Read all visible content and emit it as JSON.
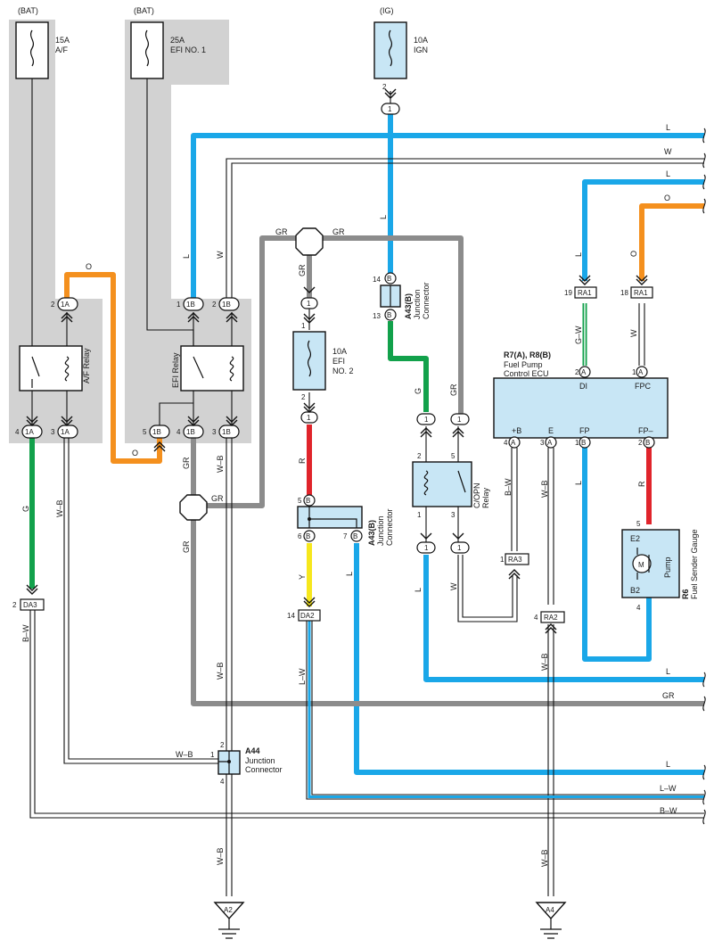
{
  "sources": {
    "bat1": "(BAT)",
    "bat2": "(BAT)",
    "ig": "(IG)"
  },
  "fuses": {
    "af": {
      "amp": "15A",
      "name": "A/F"
    },
    "efi1": {
      "amp": "25A",
      "name": "EFI NO. 1"
    },
    "ign": {
      "amp": "10A",
      "name": "IGN"
    },
    "efi2": {
      "amp": "10A",
      "name": "EFI",
      "name2": "NO. 2"
    }
  },
  "relays": {
    "af": "A/F Relay",
    "efi": "EFI Relay",
    "copn": {
      "line1": "C/OPN",
      "line2": "Relay"
    }
  },
  "connectors": {
    "a43_top": {
      "id": "A43(B)",
      "line1": "Junction",
      "line2": "Connector"
    },
    "a43_mid": {
      "id": "A43(B)",
      "line1": "Junction",
      "line2": "Connector"
    },
    "a44": {
      "id": "A44",
      "line1": "Junction",
      "line2": "Connector"
    }
  },
  "ecu": {
    "id": "R7(A), R8(B)",
    "line1": "Fuel Pump",
    "line2": "Control ECU",
    "di": "DI",
    "fpc": "FPC",
    "plusb": "+B",
    "e": "E",
    "fp": "FP",
    "fpminus": "FP–"
  },
  "gauge": {
    "id": "R6",
    "name": "Fuel Sender Gauge",
    "e2": "E2",
    "b2": "B2",
    "pump": "Pump",
    "motor": "M"
  },
  "wire_colors": {
    "L": "L",
    "W": "W",
    "O": "O",
    "GR": "GR",
    "G": "G",
    "R": "R",
    "Y": "Y",
    "GW": "G–W",
    "WB": "W–B",
    "BW": "B–W",
    "LW": "L–W"
  },
  "codes": {
    "A1": "1A",
    "B1": "1B",
    "DA3": "DA3",
    "DA2": "DA2",
    "RA1": "RA1",
    "RA2": "RA2",
    "RA3": "RA3",
    "A2": "A2",
    "A4": "A4",
    "A": "A",
    "B": "B"
  },
  "pins": {
    "n1": "1",
    "n2": "2",
    "n3": "3",
    "n4": "4",
    "n5": "5",
    "n6": "6",
    "n7": "7",
    "n13": "13",
    "n14": "14",
    "n18": "18",
    "n19": "19"
  },
  "colors": {
    "L": "#1aa7e8",
    "O": "#f4901e",
    "GR": "#8c8c8c",
    "G": "#12a14b",
    "R": "#e0242b",
    "Y": "#f6e71d",
    "panel": "#d2d2d2",
    "comp": "#c8e6f5"
  }
}
